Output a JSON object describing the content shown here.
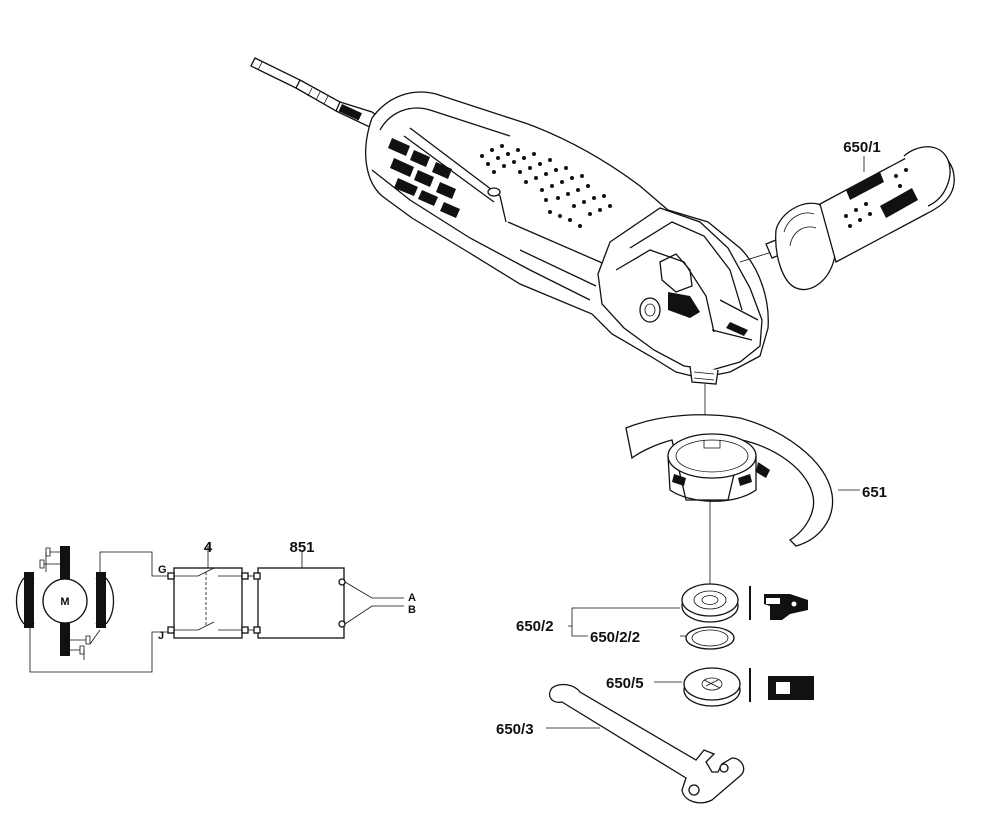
{
  "labels": {
    "aux_handle": "650/1",
    "guard": "651",
    "flange": "650/2",
    "o_ring": "650/2/2",
    "clamping_nut": "650/5",
    "wrench": "650/3",
    "switch": "4",
    "electronics": "851"
  },
  "schematic": {
    "motor": "M",
    "terminal_g": "G",
    "terminal_j": "J",
    "lead_a": "A",
    "lead_b": "B"
  }
}
